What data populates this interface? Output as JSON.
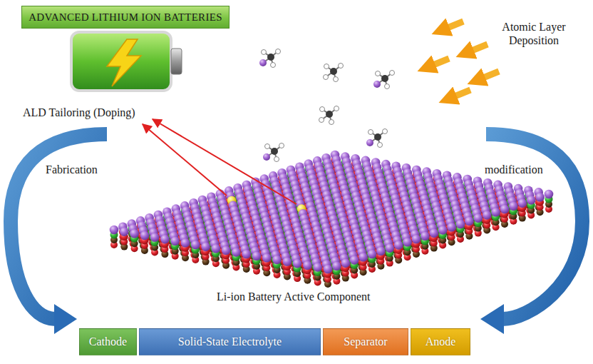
{
  "diagram": {
    "nodes": [
      {
        "text": [
          "ADVANCED LITHIUM ION BATTERIES"
        ]
      },
      {
        "text": [
          "Cathode"
        ]
      },
      {
        "text": [
          "Solid-State Electrolyte"
        ]
      },
      {
        "text": [
          "Separator"
        ]
      },
      {
        "text": [
          "Anode"
        ]
      }
    ],
    "labels": [
      "Atomic Layer Deposition",
      "ALD Tailoring (Doping)",
      "Fabrication",
      "modification",
      "Li-ion Battery Active Component"
    ]
  }
}
